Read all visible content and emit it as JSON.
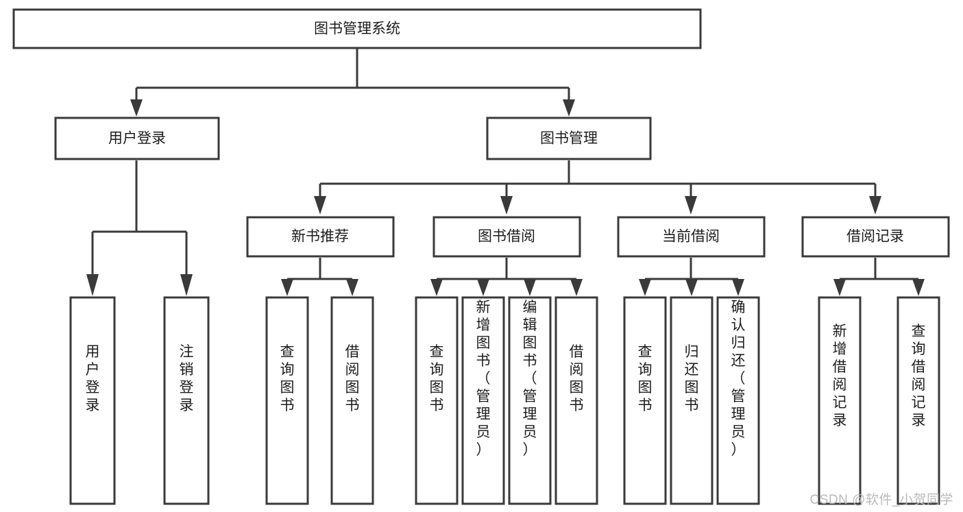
{
  "diagram": {
    "type": "tree-hierarchy-chart",
    "title": "图书管理系统",
    "watermark": "CSDN @软件_小贺同学",
    "colors": {
      "box_stroke": "#3a3a3a",
      "box_fill": "#ffffff",
      "text": "#1c1c1c",
      "watermark": "#b9b9b9",
      "background": "#ffffff"
    },
    "levels": {
      "level1": [
        {
          "id": "root",
          "label": "图书管理系统"
        }
      ],
      "level2": [
        {
          "id": "user-login",
          "label": "用户登录"
        },
        {
          "id": "book-management",
          "label": "图书管理"
        }
      ],
      "level3": [
        {
          "id": "new-book-recommend",
          "label": "新书推荐"
        },
        {
          "id": "book-borrow",
          "label": "图书借阅"
        },
        {
          "id": "current-borrow",
          "label": "当前借阅"
        },
        {
          "id": "borrow-record",
          "label": "借阅记录"
        }
      ],
      "level4": {
        "user-login": [
          {
            "id": "leaf-user-login",
            "label": "用户登录"
          },
          {
            "id": "leaf-logout",
            "label": "注销登录"
          }
        ],
        "new-book-recommend": [
          {
            "id": "leaf-query-book-1",
            "label": "查询图书"
          },
          {
            "id": "leaf-borrow-book-1",
            "label": "借阅图书"
          }
        ],
        "book-borrow": [
          {
            "id": "leaf-query-book-2",
            "label": "查询图书"
          },
          {
            "id": "leaf-add-book",
            "label": "新增图书（管理员）"
          },
          {
            "id": "leaf-edit-book",
            "label": "编辑图书（管理员）"
          },
          {
            "id": "leaf-borrow-book-2",
            "label": "借阅图书"
          }
        ],
        "current-borrow": [
          {
            "id": "leaf-query-book-3",
            "label": "查询图书"
          },
          {
            "id": "leaf-return-book",
            "label": "归还图书"
          },
          {
            "id": "leaf-confirm-return",
            "label": "确认归还（管理员）"
          }
        ],
        "borrow-record": [
          {
            "id": "leaf-add-record",
            "label": "新增借阅记录"
          },
          {
            "id": "leaf-query-record",
            "label": "查询借阅记录"
          }
        ]
      }
    }
  }
}
